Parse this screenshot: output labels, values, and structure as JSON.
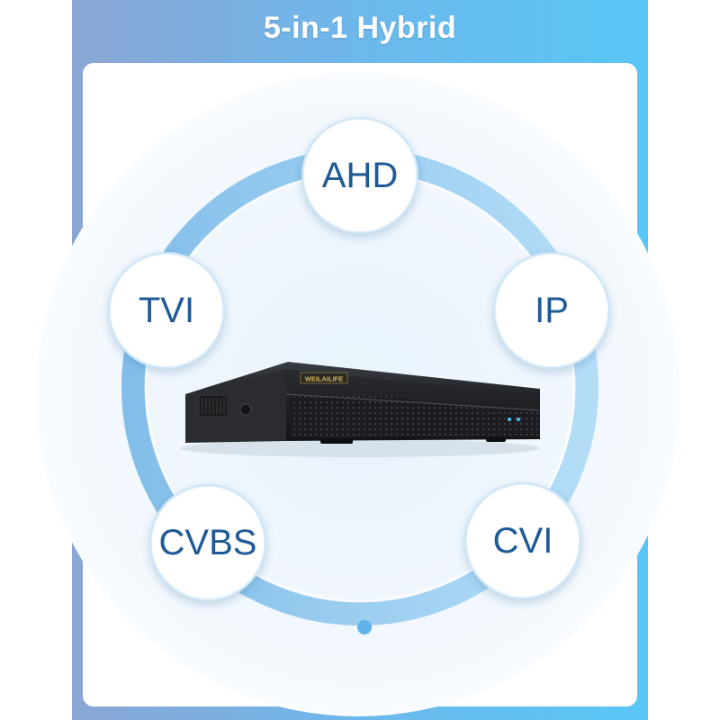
{
  "header": {
    "title": "5-in-1 Hybrid"
  },
  "device": {
    "brand_label": "WEILAILIFE"
  },
  "formats": [
    {
      "label": "AHD"
    },
    {
      "label": "TVI"
    },
    {
      "label": "IP"
    },
    {
      "label": "CVBS"
    },
    {
      "label": "CVI"
    }
  ],
  "colors": {
    "banner_left": "#8aa6d4",
    "banner_right": "#58c6f5",
    "ring": "#7fc0ec",
    "label_text": "#1e5a96"
  }
}
